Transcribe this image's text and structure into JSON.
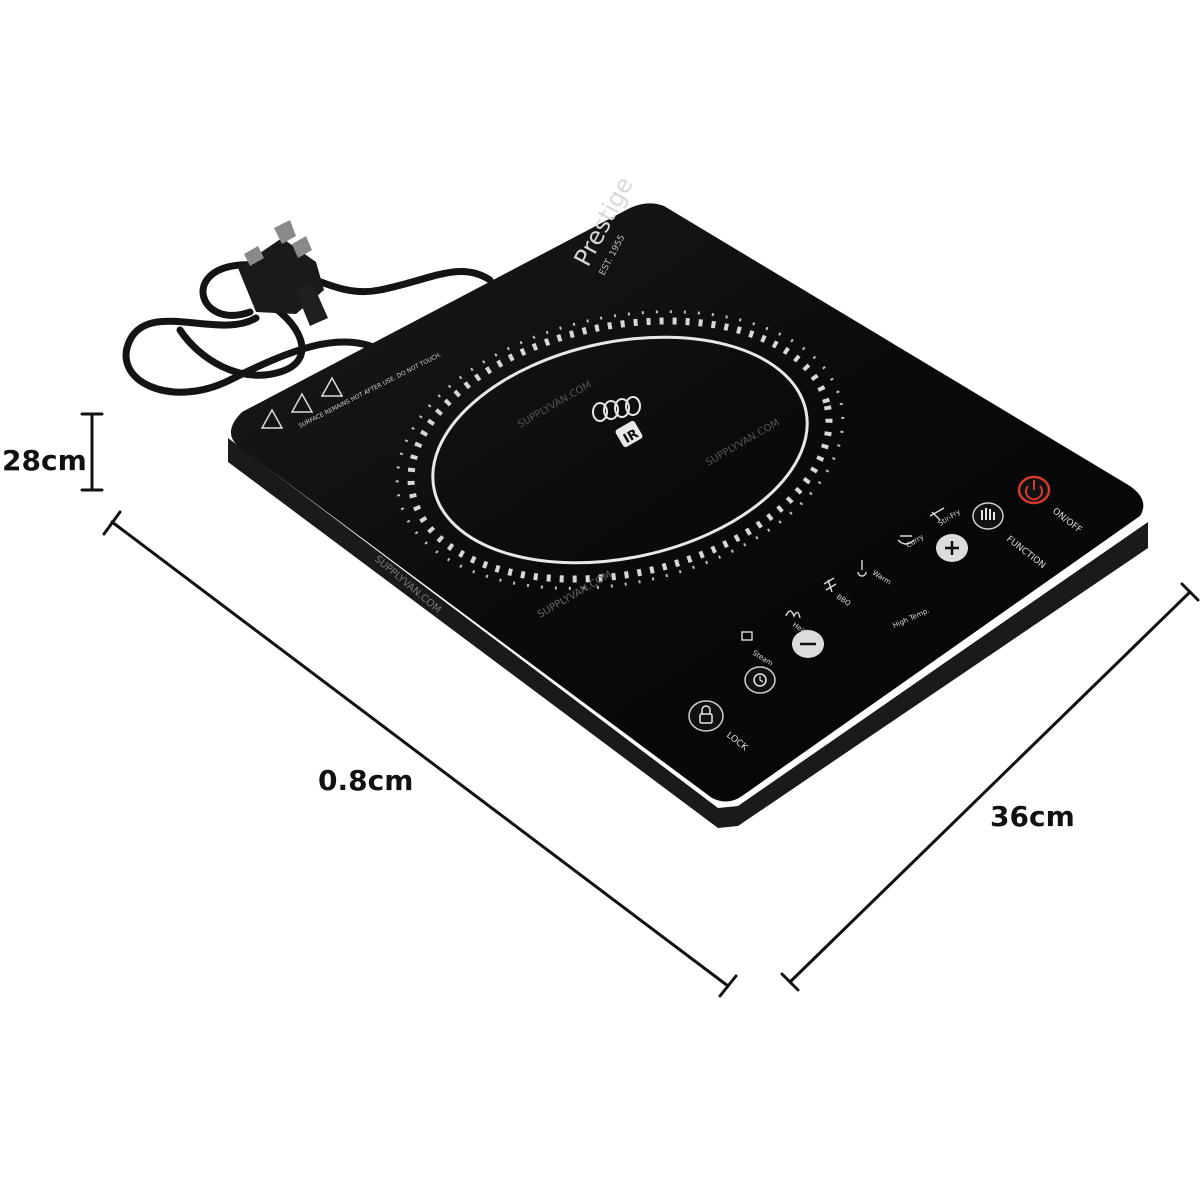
{
  "dimensions": {
    "height": "28cm",
    "depth": "0.8cm",
    "width": "36cm"
  },
  "brand": {
    "name": "Prestige",
    "tagline": "EST. 1955"
  },
  "cooktop": {
    "zone_badge": "IR",
    "watermark": "SUPPLYVAN.COM",
    "warning_text": "SURFACE REMAINS HOT AFTER USE. DO NOT TOUCH."
  },
  "controls": {
    "on_off": "ON/OFF",
    "function": "FUNCTION",
    "lock": "LOCK",
    "high_temp": "High Temp.",
    "modes": [
      "Steam",
      "Heating",
      "BBQ",
      "Warm",
      "Curry",
      "Stir-Fry"
    ]
  },
  "colors": {
    "surface": "#0b0b0c",
    "edge": "#1a1a1c",
    "print": "#e8e8e8",
    "power_accent": "#d23a2e",
    "dimension_line": "#111111"
  }
}
